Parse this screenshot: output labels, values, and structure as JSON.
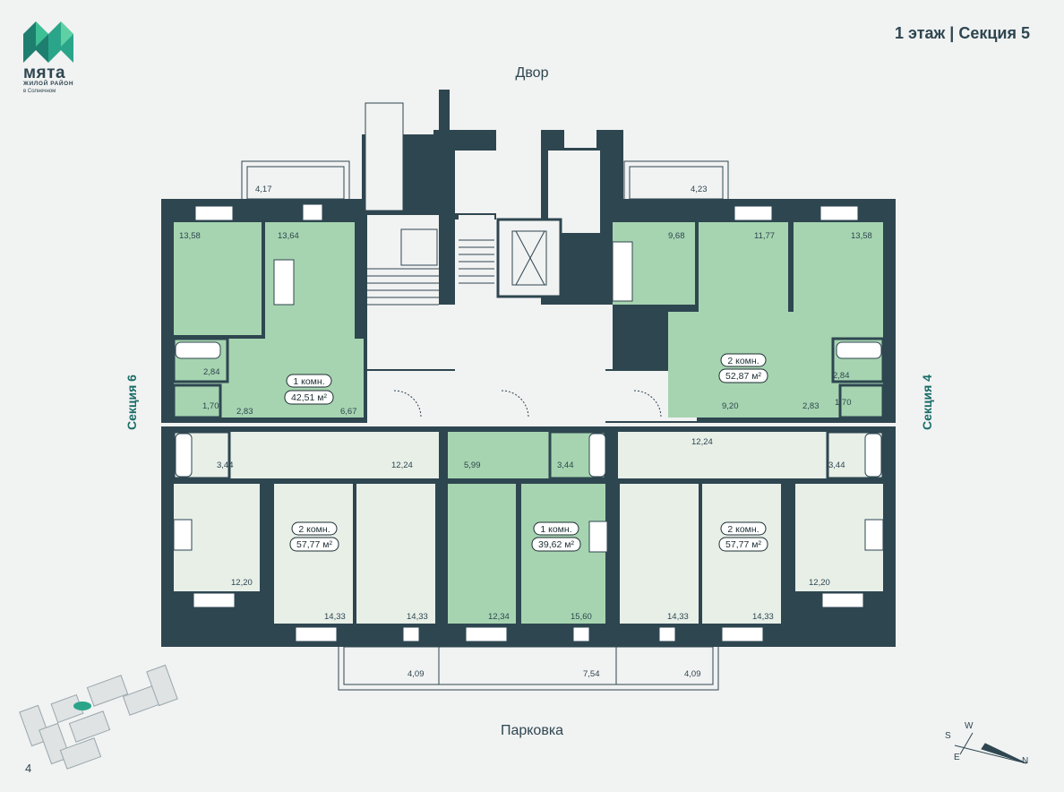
{
  "brand": {
    "name": "мята",
    "subtitle_line1": "ЖИЛОЙ РАЙОН",
    "subtitle_line2": "в Солнечном"
  },
  "header": {
    "floor_section": "1 этаж | Секция 5"
  },
  "labels": {
    "yard": "Двор",
    "parking": "Парковка",
    "section_left": "Секция 6",
    "section_right": "Секция 4",
    "page_number": "4"
  },
  "compass": {
    "w": "W",
    "s": "S",
    "e": "E",
    "n": "N"
  },
  "apartments": [
    {
      "rooms": "1 комн.",
      "area": "42,51 м²"
    },
    {
      "rooms": "2 комн.",
      "area": "52,87 м²"
    },
    {
      "rooms": "2 комн.",
      "area": "57,77 м²"
    },
    {
      "rooms": "1 комн.",
      "area": "39,62 м²"
    },
    {
      "rooms": "2 комн.",
      "area": "57,77 м²"
    }
  ],
  "room_areas": {
    "tl_balcony": "4,17",
    "tl_room1": "13,58",
    "tl_room2": "13,64",
    "tl_bath": "2,84",
    "tl_wc": "1,70",
    "tl_hall1": "2,83",
    "tl_hall2": "6,67",
    "tr_balcony": "4,23",
    "tr_kitchen": "9,68",
    "tr_room1": "11,77",
    "tr_room2": "13,58",
    "tr_bath": "2,84",
    "tr_hall": "9,20",
    "tr_hall2": "2,83",
    "tr_wc": "1,70",
    "bl_bath": "3,44",
    "bl_hall": "12,24",
    "bl_kitchen": "12,20",
    "bl_room1": "14,33",
    "bl_room2": "14,33",
    "bm_hall": "5,99",
    "bm_bath": "3,44",
    "bm_room": "12,34",
    "bm_kitchen": "15,60",
    "br_hall": "12,24",
    "br_bath": "3,44",
    "br_room1": "14,33",
    "br_room2": "14,33",
    "br_kitchen": "12,20",
    "b_balcony1": "4,09",
    "b_balcony2": "7,54",
    "b_balcony3": "4,09"
  },
  "colors": {
    "wall": "#2e4650",
    "unit_green": "#a6d4b0",
    "unit_light": "#e7efe7",
    "accent": "#176c66"
  }
}
